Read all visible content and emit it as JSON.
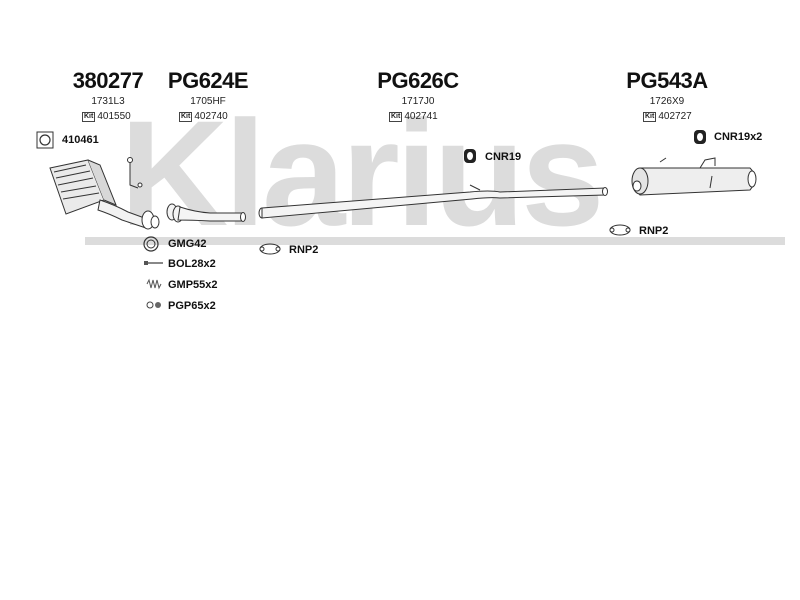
{
  "watermark": {
    "text": "Klarius",
    "color": "#dcdcdc"
  },
  "parts": [
    {
      "part_number": "380277",
      "oe_number": "1731L3",
      "kit_number": "401550"
    },
    {
      "part_number": "PG624E",
      "oe_number": "1705HF",
      "kit_number": "402740"
    },
    {
      "part_number": "PG626C",
      "oe_number": "1717J0",
      "kit_number": "402741"
    },
    {
      "part_number": "PG543A",
      "oe_number": "1726X9",
      "kit_number": "402727"
    }
  ],
  "kit_tag": "Kit",
  "accessories": {
    "clamp_410461": "410461",
    "gasket": "GMG42",
    "bolts": "BOL28x2",
    "springs": "GMP55x2",
    "nuts": "PGP65x2",
    "rubber_mount_left": "CNR19",
    "rubber_mount_right": "CNR19x2",
    "ring_left": "RNP2",
    "ring_right": "RNP2"
  }
}
